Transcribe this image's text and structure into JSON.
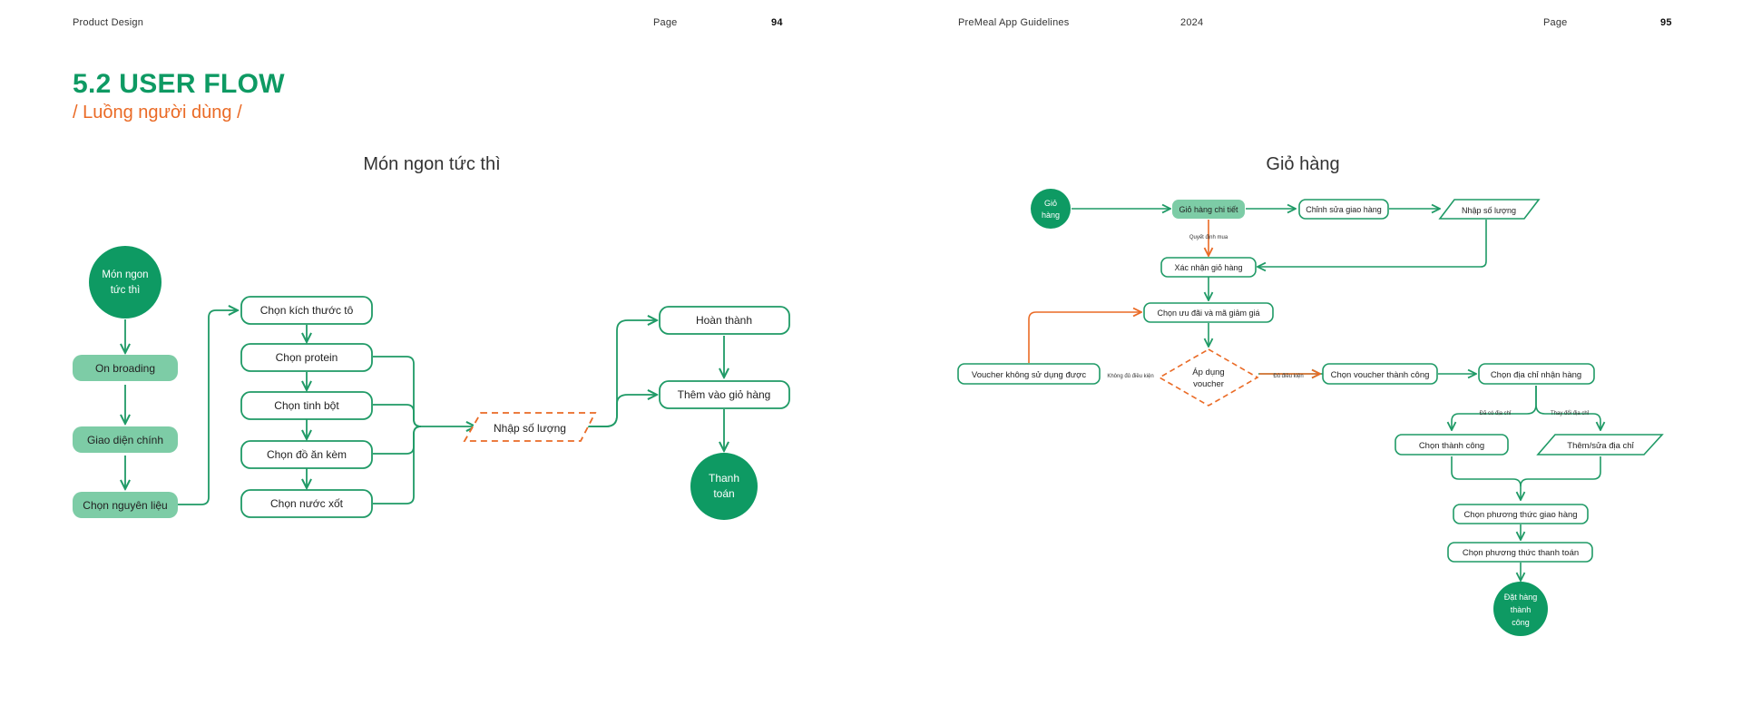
{
  "header": {
    "left_section": "Product Design",
    "left_page_label": "Page",
    "left_page_num": "94",
    "right_title": "PreMeal App Guidelines",
    "right_year": "2024",
    "right_page_label": "Page",
    "right_page_num": "95"
  },
  "section": {
    "title": "5.2 USER FLOW",
    "subtitle": "/ Luồng người dùng /"
  },
  "flow1": {
    "title": "Món ngon tức thì",
    "start": [
      "Món ngon",
      "tức thì"
    ],
    "steps": [
      "On broading",
      "Giao diện chính",
      "Chọn nguyên liệu"
    ],
    "options": [
      "Chọn kích thước tô",
      "Chọn protein",
      "Chọn tinh bột",
      "Chọn đồ ăn kèm",
      "Chọn nước xốt"
    ],
    "quantity": "Nhập số lượng",
    "finish": "Hoàn thành",
    "add_to_cart": "Thêm vào giỏ hàng",
    "end": [
      "Thanh",
      "toán"
    ]
  },
  "flow2": {
    "title": "Giỏ hàng",
    "start": [
      "Giỏ",
      "hàng"
    ],
    "cart_detail": "Giỏ hàng chi tiết",
    "edit_cart": "Chỉnh sửa giao hàng",
    "enter_qty": "Nhập số lượng",
    "decide_label": "Quyết định mua",
    "confirm_cart": "Xác nhận giỏ hàng",
    "choose_offer": "Chọn ưu đãi và mã giảm giá",
    "apply_voucher": [
      "Áp dụng",
      "voucher"
    ],
    "not_eligible_label": "Không đủ điều kiện",
    "eligible_label": "Đủ điều kiện",
    "voucher_fail": "Voucher không sử dụng được",
    "voucher_ok": "Chọn voucher thành công",
    "choose_address": "Chọn địa chỉ nhận hàng",
    "has_address_label": "Đã có địa chỉ",
    "change_address_label": "Thay đổi địa chỉ",
    "address_ok": "Chọn thành công",
    "add_edit_address": "Thêm/sửa địa chỉ",
    "shipping_method": "Chọn phương thức giao hàng",
    "payment_method": "Chọn phương thức thanh toán",
    "end": [
      "Đặt hàng",
      "thành",
      "công"
    ]
  },
  "colors": {
    "green": "#0e9a63",
    "green_light": "#7dcca6",
    "orange": "#ea6a25",
    "line": "#1f9a66"
  }
}
